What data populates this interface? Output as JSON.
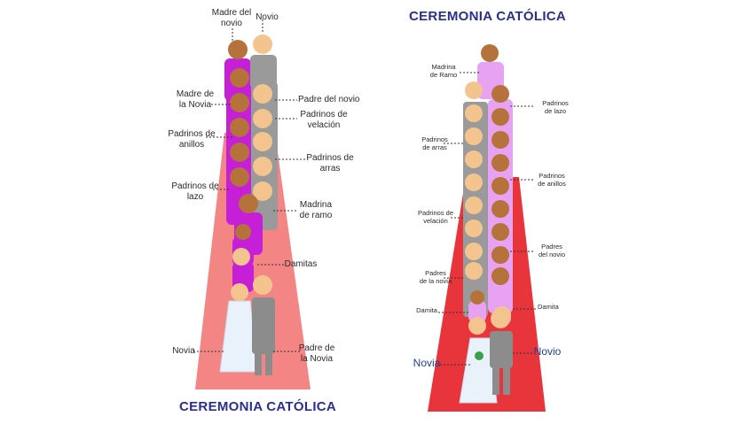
{
  "diagrams": [
    {
      "id": "left",
      "title": "CEREMONIA CATÓLICA",
      "labels": [
        {
          "text": "Madre del\nnovio"
        },
        {
          "text": "Novio"
        },
        {
          "text": "Madre de\nla Novia"
        },
        {
          "text": "Padre del novio"
        },
        {
          "text": "Padrinos de\nvelación"
        },
        {
          "text": "Padrinos de\nanillos"
        },
        {
          "text": "Padrinos de\narras"
        },
        {
          "text": "Padrinos de\nlazo"
        },
        {
          "text": "Madrina\nde ramo"
        },
        {
          "text": "Damitas"
        },
        {
          "text": "Novia"
        },
        {
          "text": "Padre de\nla Novia"
        }
      ]
    },
    {
      "id": "right",
      "title": "CEREMONIA CATÓLICA",
      "labels": [
        {
          "text": "Madrina\nde Ramo"
        },
        {
          "text": "Padrinos\nde lazo"
        },
        {
          "text": "Padrinos\nde arras"
        },
        {
          "text": "Padrinos\nde anillos"
        },
        {
          "text": "Padrinos de\nvelación"
        },
        {
          "text": "Padres\ndel novio"
        },
        {
          "text": "Padres\nde la novia"
        },
        {
          "text": "Damita"
        },
        {
          "text": "Damita"
        },
        {
          "text": "Novia"
        },
        {
          "text": "Novio"
        }
      ]
    }
  ],
  "colors": {
    "aisle": "#f27d7d",
    "aisle_right": "#e8383e",
    "woman_hair": "#b5733b",
    "dress_magenta": "#c21fd6",
    "dress_light": "#e9a4f2",
    "suit_gray": "#9a9a9a",
    "skin": "#f4c48e",
    "bride_dress": "#e9f2fb",
    "title_color": "#2b2f8c"
  }
}
